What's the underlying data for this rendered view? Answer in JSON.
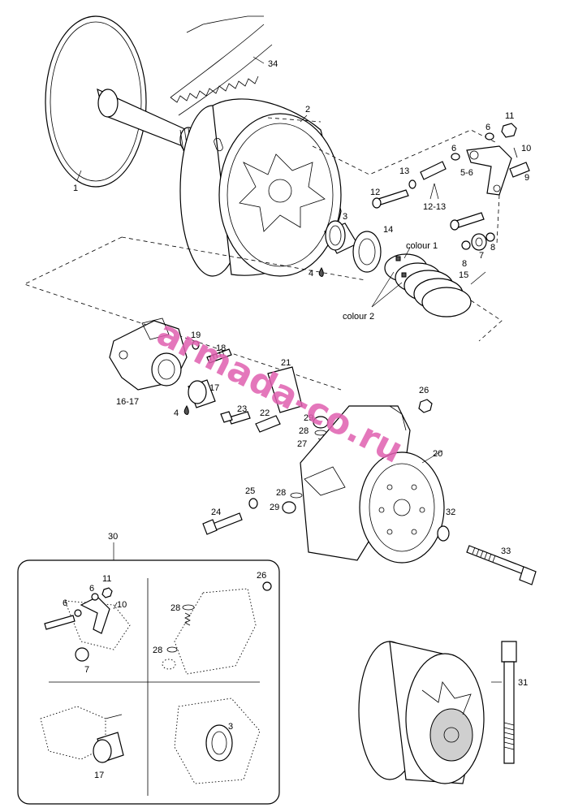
{
  "watermark": "armada-co.ru",
  "callouts": {
    "p1": "1",
    "p2": "2",
    "p3": "3",
    "p4a": "4",
    "p4b": "4",
    "p5_6": "5-6",
    "p6a": "6",
    "p6b": "6",
    "p7": "7",
    "p8a": "8",
    "p8b": "8",
    "p9": "9",
    "p10": "10",
    "p11": "11",
    "p12": "12",
    "p12_13": "12-13",
    "p13": "13",
    "p14": "14",
    "p15": "15",
    "p16_17": "16-17",
    "p17": "17",
    "p18": "18",
    "p19": "19",
    "p20": "20",
    "p21": "21",
    "p22": "22",
    "p23": "23",
    "p24": "24",
    "p25": "25",
    "p26": "26",
    "p27": "27",
    "p28a": "28",
    "p28b": "28",
    "p29a": "29",
    "p29b": "29",
    "p30": "30",
    "p31": "31",
    "p32": "32",
    "p33": "33",
    "p34": "34",
    "colour1": "colour 1",
    "colour2": "colour 2"
  },
  "inset": {
    "panel1": {
      "p11": "11",
      "p6a": "6",
      "p6b": "6",
      "p10": "10",
      "p7": "7"
    },
    "panel2": {
      "p26": "26",
      "p28a": "28",
      "p28b": "28"
    },
    "panel3": {
      "p17": "17"
    },
    "panel4": {
      "p3": "3"
    }
  },
  "icons": [
    "oil-drop-icon",
    "oil-drop-icon"
  ]
}
